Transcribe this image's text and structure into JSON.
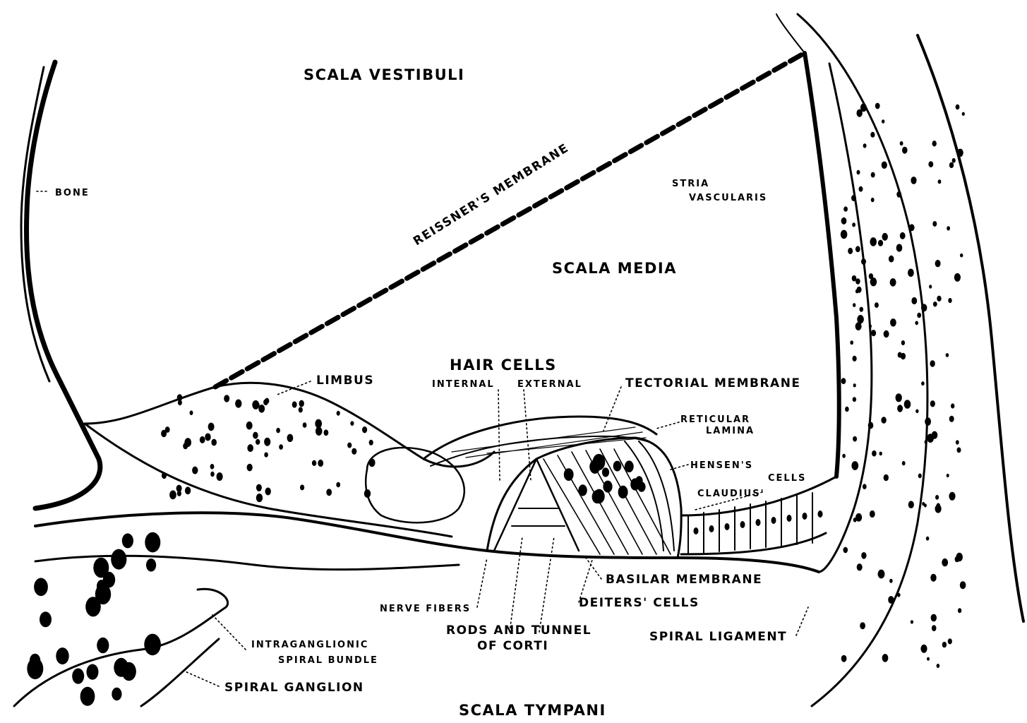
{
  "labels": {
    "scala_vestibuli": "SCALA VESTIBULI",
    "bone": "BONE",
    "reissners_membrane": "REISSNER'S MEMBRANE",
    "stria_line1": "STRIA",
    "stria_line2": "VASCULARIS",
    "scala_media": "SCALA MEDIA",
    "hair_cells": "HAIR CELLS",
    "internal": "INTERNAL",
    "external": "EXTERNAL",
    "limbus": "LIMBUS",
    "tectorial_membrane": "TECTORIAL MEMBRANE",
    "reticular_line1": "RETICULAR",
    "reticular_line2": "LAMINA",
    "hensens": "HENSEN'S",
    "cells": "CELLS",
    "claudius": "CLAUDIUS'",
    "basilar_membrane": "BASILAR MEMBRANE",
    "deiters_cells": "DEITERS' CELLS",
    "nerve_fibers": "NERVE FIBERS",
    "rods_line1": "RODS AND TUNNEL",
    "rods_line2": "OF CORTI",
    "spiral_ligament": "SPIRAL LIGAMENT",
    "intraganglionic_line1": "INTRAGANGLIONIC",
    "intraganglionic_line2": "SPIRAL BUNDLE",
    "spiral_ganglion": "SPIRAL GANGLION",
    "scala_tympani": "SCALA TYMPANI"
  }
}
